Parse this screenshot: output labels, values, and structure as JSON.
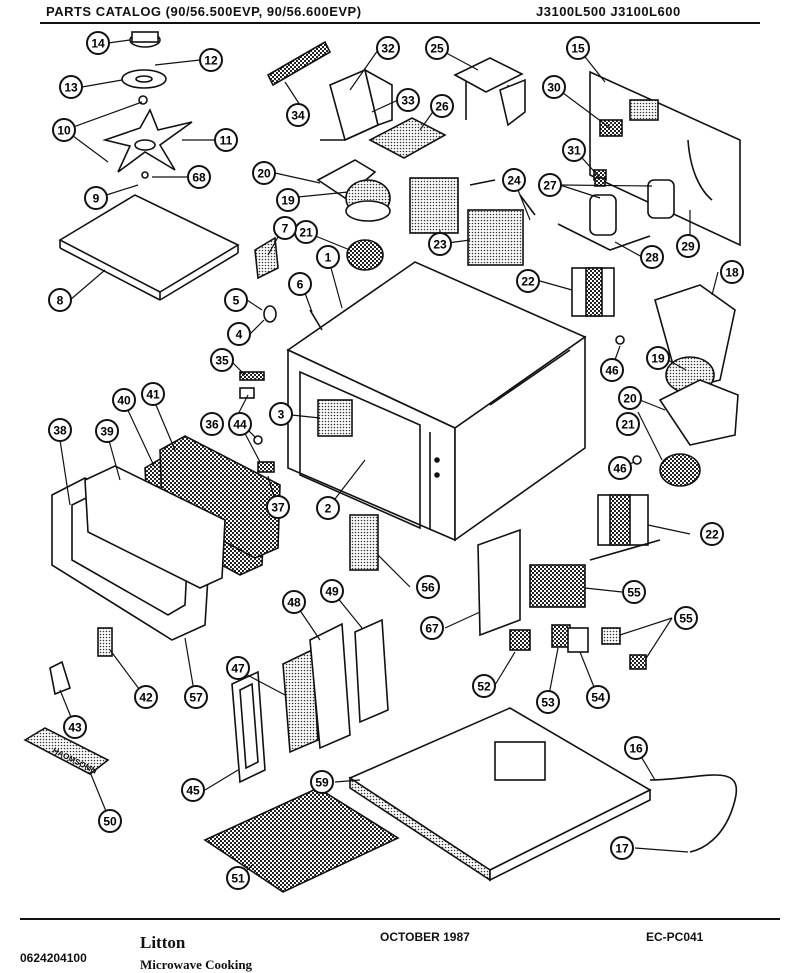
{
  "header": {
    "title": "PARTS CATALOG (90/56.500EVP, 90/56.600EVP)",
    "models": "J3100L500   J3100L600"
  },
  "footer": {
    "code": "0624204100",
    "brand": "Litton",
    "date": "OCTOBER 1987",
    "doc": "EC-PC041",
    "sub": "Microwave Cooking"
  },
  "callouts": {
    "c14": "14",
    "c12": "12",
    "c13": "13",
    "c10": "10",
    "c11": "11",
    "c68": "68",
    "c9": "9",
    "c8": "8",
    "c34": "34",
    "c32": "32",
    "c33": "33",
    "c25": "25",
    "c26": "26",
    "c15": "15",
    "c30": "30",
    "c31": "31",
    "c27": "27",
    "c28": "28",
    "c29": "29",
    "c24": "24",
    "c23": "23",
    "c20a": "20",
    "c19a": "19",
    "c21a": "21",
    "c7": "7",
    "c5": "5",
    "c4": "4",
    "c6": "6",
    "c1": "1",
    "c22a": "22",
    "c18": "18",
    "c46a": "46",
    "c19b": "19",
    "c20b": "20",
    "c21b": "21",
    "c46b": "46",
    "c22b": "22",
    "c35": "35",
    "c36": "36",
    "c44": "44",
    "c3": "3",
    "c37": "37",
    "c2": "2",
    "c38": "38",
    "c39": "39",
    "c40": "40",
    "c41": "41",
    "c42": "42",
    "c57": "57",
    "c43": "43",
    "c50": "50",
    "c45": "45",
    "c47": "47",
    "c48": "48",
    "c49": "49",
    "c56": "56",
    "c67": "67",
    "c55a": "55",
    "c55b": "55",
    "c52": "52",
    "c53": "53",
    "c54": "54",
    "c59": "59",
    "c51": "51",
    "c16": "16",
    "c17": "17"
  },
  "part_text": {
    "label_bar": "HAOMSOMN"
  }
}
